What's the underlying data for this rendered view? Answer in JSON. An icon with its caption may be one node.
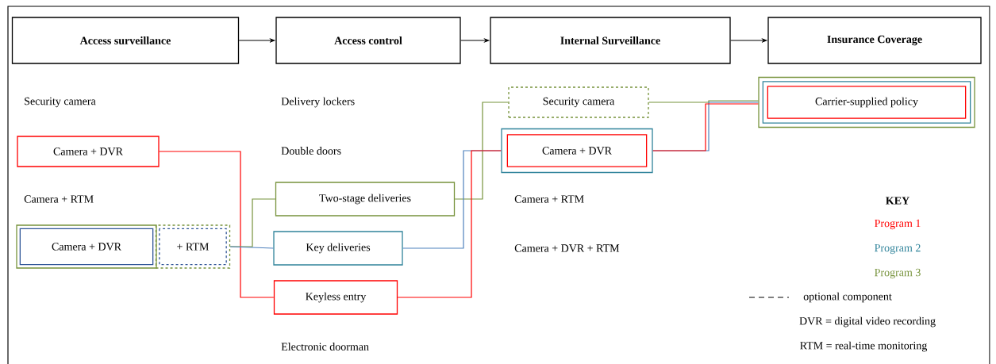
{
  "diagram": {
    "nodes": [
      {
        "text": [
          "Access surveillance"
        ]
      },
      {
        "text": [
          "Access control"
        ]
      },
      {
        "text": [
          "Internal Surveillance"
        ]
      },
      {
        "text": [
          "Insurance Coverage"
        ]
      },
      {
        "text": [
          "Camera + DVR"
        ]
      },
      {
        "text": [
          "Camera + DVR"
        ]
      },
      {
        "text": [
          "+ RTM"
        ]
      },
      {
        "text": [
          "Two-stage deliveries"
        ]
      },
      {
        "text": [
          "Key deliveries"
        ]
      },
      {
        "text": [
          "Keyless entry"
        ]
      },
      {
        "text": [
          "Security camera"
        ]
      },
      {
        "text": [
          "Camera + DVR"
        ]
      },
      {
        "text": [
          "Carrier-supplied policy"
        ]
      }
    ],
    "edges": [
      {
        "from": 0,
        "to": 1,
        "arrow": "to"
      },
      {
        "from": 1,
        "to": 2,
        "arrow": "to"
      },
      {
        "from": 2,
        "to": 3,
        "arrow": "to"
      },
      {
        "from": 4,
        "to": 9,
        "arrow": "none",
        "color": "#ff0000"
      },
      {
        "from": 6,
        "to": 7,
        "arrow": "none",
        "color": "#77933c"
      },
      {
        "from": 6,
        "to": 8,
        "arrow": "none",
        "color": "#4f81bd"
      },
      {
        "from": 7,
        "to": 10,
        "arrow": "none",
        "color": "#77933c"
      },
      {
        "from": 8,
        "to": 11,
        "arrow": "none",
        "color": "#4f81bd"
      },
      {
        "from": 9,
        "to": 11,
        "arrow": "none",
        "color": "#ff0000"
      },
      {
        "from": 10,
        "to": 12,
        "arrow": "none",
        "color": "#77933c"
      },
      {
        "from": 11,
        "to": 12,
        "arrow": "none",
        "color": "#4f81bd"
      },
      {
        "from": 11,
        "to": 12,
        "arrow": "none",
        "color": "#ff0000"
      }
    ],
    "labels": [
      "Security camera",
      "Delivery lockers",
      "Double doors",
      "Camera + RTM",
      "Camera + RTM",
      "Camera + DVR + RTM",
      "Electronic doorman",
      "KEY",
      "DVR = digital video recording",
      "RTM = real-time monitoring"
    ],
    "legend": [
      {
        "text": "Program 1",
        "color": "#ff0000"
      },
      {
        "text": "Program 2",
        "color": "#31849b"
      },
      {
        "text": "Program 3",
        "color": "#77933c"
      },
      {
        "text": "optional component"
      }
    ]
  }
}
